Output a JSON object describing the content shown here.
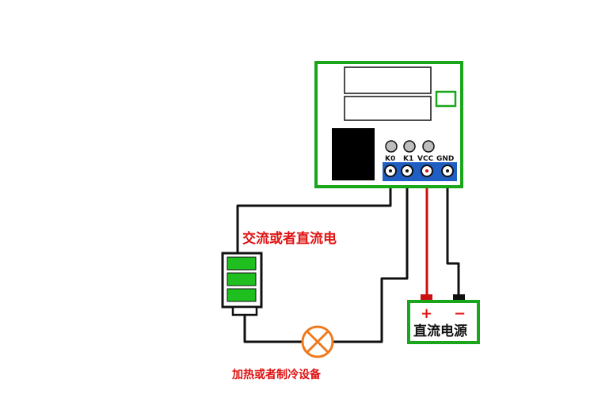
{
  "module": {
    "pins": [
      {
        "id": "k0",
        "label": "K0"
      },
      {
        "id": "k1",
        "label": "K1"
      },
      {
        "id": "vcc",
        "label": "VCC"
      },
      {
        "id": "gnd",
        "label": "GND"
      }
    ]
  },
  "labels": {
    "ac_dc_power": "交流或者直流电",
    "device": "加热或者制冷设备",
    "dc_supply": "直流电源",
    "plus": "+",
    "minus": "−"
  },
  "colors": {
    "board_green": "#1aa61a",
    "terminal_blue": "#1f5fc4",
    "wire_red": "#cc1111",
    "wire_black": "#111111",
    "battery_green": "#1fbf1f",
    "lamp_orange": "#f07a1e",
    "label_red": "#e01010"
  },
  "icons": {
    "battery": "battery-icon",
    "lamp": "lamp-icon",
    "relay": "relay-block"
  }
}
